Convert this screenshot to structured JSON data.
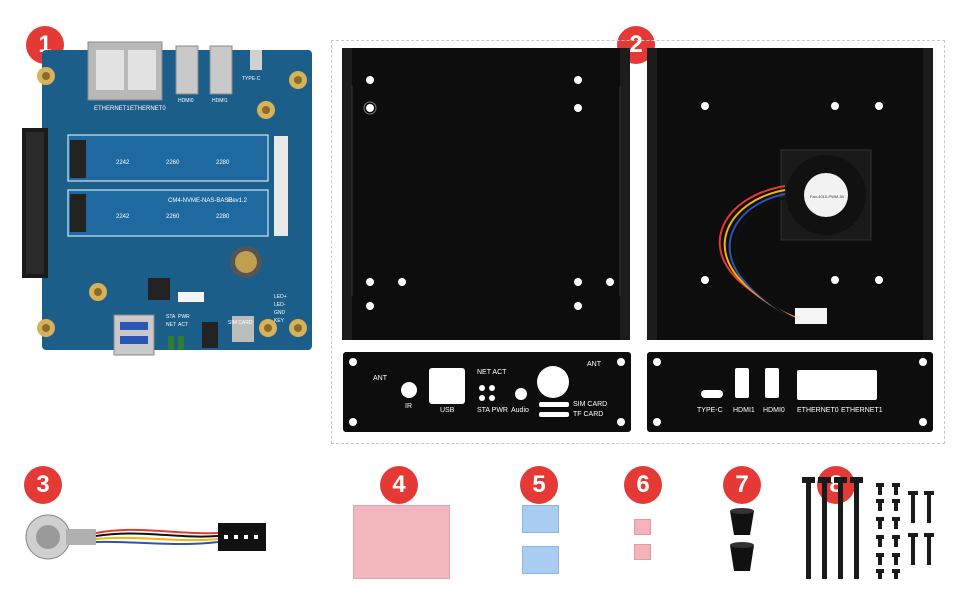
{
  "badges": [
    "1",
    "2",
    "3",
    "4",
    "5",
    "6",
    "7",
    "8"
  ],
  "board": {
    "name": "CM4-NVME-NAS-BASE",
    "rev": "Rev1.2",
    "ethernet_labels": [
      "ETHERNET1",
      "ETHERNET0"
    ],
    "connector_labels": [
      "HDMI0",
      "HDMI1",
      "TYPE-C",
      "USB",
      "SIM CARD",
      "STA",
      "PWR",
      "NET",
      "ACT"
    ],
    "m2_labels": [
      "2242",
      "2260",
      "2280",
      "2242",
      "2260",
      "2280"
    ],
    "side_labels": [
      "LED+",
      "LED-",
      "GND",
      "KEY"
    ]
  },
  "front_panel": {
    "labels": [
      "ANT",
      "ANT",
      "IR",
      "USB",
      "NET ACT",
      "STA PWR",
      "Audio",
      "SIM CARD",
      "TF CARD"
    ]
  },
  "rear_panel": {
    "labels": [
      "TYPE-C",
      "HDMI1",
      "HDMI0",
      "ETHERNET0",
      "ETHERNET1"
    ]
  },
  "fan": {
    "label": "Fan-4010-PWM-5V"
  },
  "colors": {
    "badge": "#e53935",
    "pcb": "#1b5e8a",
    "case": "#111111",
    "thermal_large": "#f2b8bd",
    "thermal_blue": "#a9cdf0",
    "thermal_small": "#f4b3b8"
  }
}
